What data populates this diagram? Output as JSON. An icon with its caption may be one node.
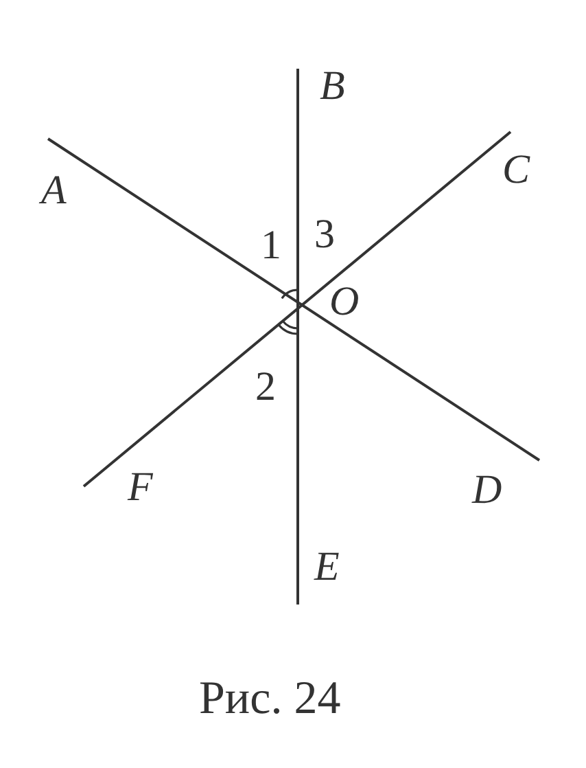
{
  "diagram": {
    "caption": "Рис. 24",
    "labels": [
      "B",
      "A",
      "C",
      "1",
      "3",
      "O",
      "2",
      "F",
      "D",
      "E"
    ]
  }
}
